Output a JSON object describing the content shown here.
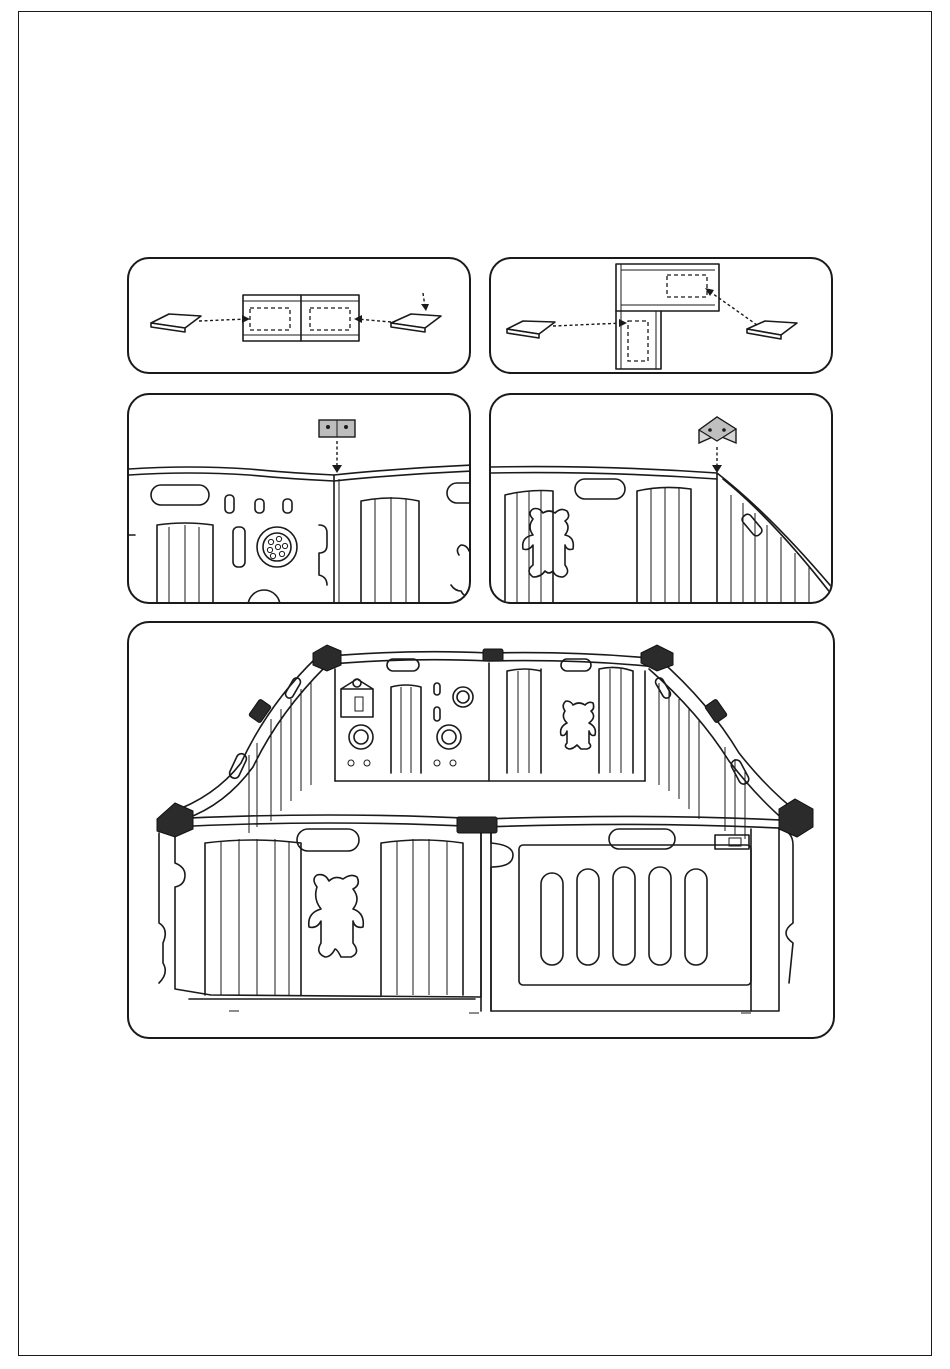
{
  "document": {
    "type": "assembly-instructions",
    "pages": 1,
    "colors": {
      "line": "#1a1a1a",
      "connector": "#2b2b2b",
      "background": "#ffffff"
    },
    "illustrations": [
      {
        "id": "step-insert-straight",
        "icon": "connector-pad-insert-straight"
      },
      {
        "id": "step-insert-corner",
        "icon": "connector-pad-insert-corner"
      },
      {
        "id": "step-clip-straight",
        "icon": "straight-clip-connector"
      },
      {
        "id": "step-clip-corner",
        "icon": "corner-clip-connector"
      },
      {
        "id": "step-assembled-playpen",
        "icon": "assembled-playpen"
      }
    ]
  }
}
